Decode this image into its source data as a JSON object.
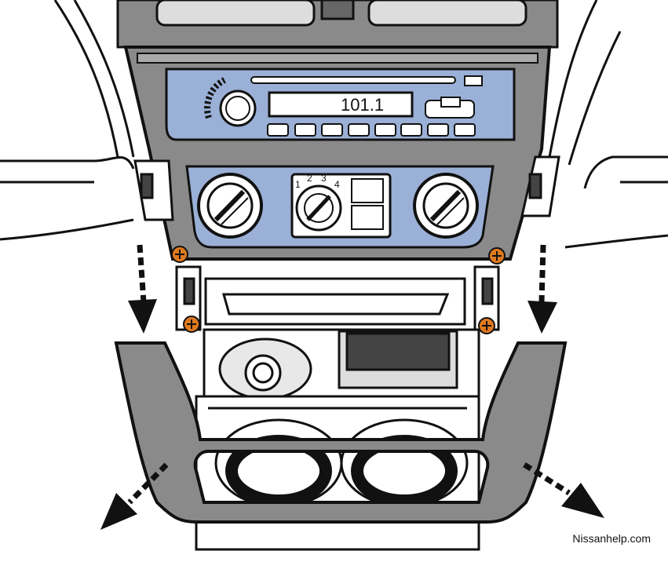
{
  "radio": {
    "frequency": "101.1"
  },
  "fan_speed_labels": [
    "1",
    "2",
    "3",
    "4"
  ],
  "watermark": "Nissanhelp.com",
  "colors": {
    "panel_blue": "#9ab0d6",
    "bezel_gray": "#8a8a8a",
    "screw_orange": "#e07a1f",
    "outline": "#111111"
  }
}
